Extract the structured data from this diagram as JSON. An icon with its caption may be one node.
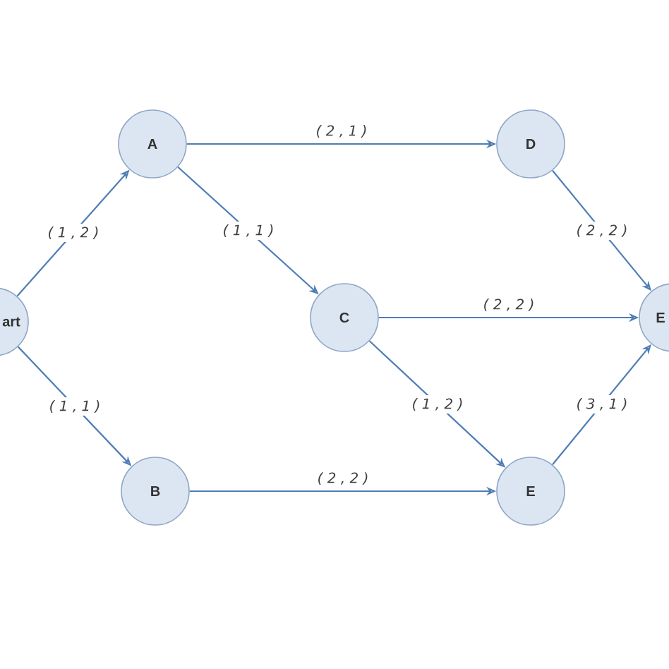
{
  "diagram": {
    "nodes": [
      {
        "text": [
          "art"
        ]
      },
      {
        "text": [
          "A"
        ]
      },
      {
        "text": [
          "B"
        ]
      },
      {
        "text": [
          "C"
        ]
      },
      {
        "text": [
          "D"
        ]
      },
      {
        "text": [
          "E"
        ]
      },
      {
        "text": [
          "E"
        ]
      }
    ],
    "edges": [
      {
        "from": 0,
        "to": 1,
        "arrow": "to",
        "label": "( 1 , 2 )"
      },
      {
        "from": 0,
        "to": 2,
        "arrow": "to",
        "label": "( 1 , 1 )"
      },
      {
        "from": 1,
        "to": 4,
        "arrow": "to",
        "label": "( 2 , 1 )"
      },
      {
        "from": 1,
        "to": 3,
        "arrow": "to",
        "label": "( 1 , 1 )"
      },
      {
        "from": 2,
        "to": 5,
        "arrow": "to",
        "label": "( 2 , 2 )"
      },
      {
        "from": 3,
        "to": 6,
        "arrow": "to",
        "label": "( 2 , 2 )"
      },
      {
        "from": 3,
        "to": 5,
        "arrow": "to",
        "label": "( 1 , 2 )"
      },
      {
        "from": 4,
        "to": 6,
        "arrow": "to",
        "label": "( 2 , 2 )"
      },
      {
        "from": 5,
        "to": 6,
        "arrow": "to",
        "label": "( 3 , 1 )"
      }
    ]
  }
}
